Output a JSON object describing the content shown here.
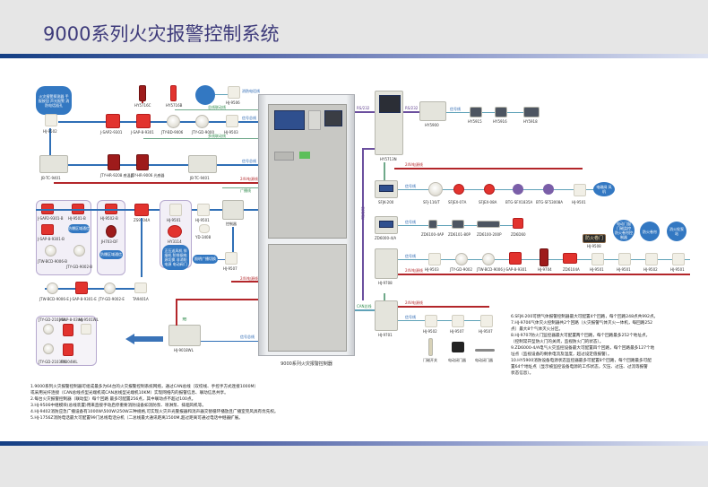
{
  "header": {
    "title": "9000系列火灾报警控制系统"
  },
  "colors": {
    "title": "#3d3a7a",
    "signal_line": "#2f6fb6",
    "power_line": "#b3262a",
    "bus_line": "#6b4f9e",
    "bubble": "#3378c2"
  },
  "wire_labels": {
    "signal": "信号总线",
    "power_24v": "24V电源线",
    "broadcast": "广播线",
    "rs232": "RS/232",
    "can": "CAN总线",
    "fire_phone": "消防电话线",
    "linkage": "总线联动线",
    "multi_linkage": "多线联动线",
    "signal2": "信号线"
  },
  "left": {
    "bubble_top": "火灾报警探测器 手报按钮 声光报警 消防电话插孔",
    "row1": [
      "HJ-9502",
      "J-SAP2-9301",
      "J-SAP-8-9301",
      "JTY-BD-9006",
      "JTY-GD-9000",
      "HJ-9503"
    ],
    "row1_top": [
      "HY5716C",
      "HY5716B",
      "HJ-9506"
    ],
    "row2": [
      "JB-TC-9401",
      "JTY-HR-9208 感温器",
      "JTY-HR-9006 光感器",
      "JB-TC-9401"
    ],
    "group1": [
      "J-SAP2-9301-B",
      "HJ-9501-B",
      "J-SAP-8-9301-B",
      "JTW-BCD-9006-B",
      "JTY-GD-9002-B"
    ],
    "group1_bubble": "防爆区域通信",
    "group2": [
      "HJ-9502-B",
      "JH703-DF"
    ],
    "group2_bubble": "防爆区域通信",
    "middle": [
      "ZS9504A",
      "HJ-9501",
      "HY3114",
      "HJ-9501",
      "YD-3408",
      "控制器"
    ],
    "bubble_mid": "正压送风机 排烟机 防排烟电源切换 非消防电源 电动阀门",
    "pill_mid": "照明广播切换",
    "hj9507": "HJ-9507",
    "row4": [
      "JTW-BCD-9006-E",
      "J-SAP-8-9301-E",
      "JTY-GD-9002-E",
      "TA9401A"
    ],
    "wireless_box": [
      "JTY-GD-2103WL",
      "J-SAP-8-03WL",
      "HJ-9501WL",
      "JTY-GD-2103WL",
      "FY004WL"
    ],
    "wireless_ctrl": "HJ-9018WL"
  },
  "center": {
    "cabinet_caption": "9000系列火灾报警控制器"
  },
  "right": {
    "pc": "HY5713N",
    "gas_panel": "HY5900",
    "gas_row": [
      "HY5915",
      "HY5916",
      "HY5918"
    ],
    "sfjk": "SFJK-200",
    "sfjk_row": [
      "SFJ-116/T",
      "SFJEX-07A",
      "SFJEX-08A",
      "BTG-SFX1835A",
      "BTG-SF53008A",
      "HJ-9501"
    ],
    "sfjk_bubble": "电磁阀 风机",
    "zd": "ZD6000-4/A",
    "zd_row": [
      "ZD6100-4AP",
      "ZD6101-80P",
      "ZD6100-200P",
      "ZD6D60"
    ],
    "hj9708": "HJ-9708",
    "hj9708_row": [
      "HJ-9503",
      "JTY-GD-9002",
      "JTW-BCD-9006",
      "J-SAP-8-9301",
      "HJ-9704",
      "ZD6104A",
      "HJ-9501",
      "HJ-9501",
      "HJ-9502",
      "HJ-9501"
    ],
    "door_sign": "防火卷门",
    "door_sign_model": "HJ-9508",
    "bubbles_row": [
      "电动门窗 门磁监控 防火卷帘控制器",
      "防火卷帘",
      "消火栓泵站"
    ],
    "hj9701": "HJ-9701",
    "hj9701_row": [
      "HJ-9502",
      "HJ-9507",
      "HJ-9507"
    ],
    "hj9701_devices": [
      "门磁开关",
      "电动闭门器",
      "电动闭门器"
    ]
  },
  "notes_left": [
    "1.9000系列火灾报警控制器可组成最多为64台的火灾报警控制系统网络，通过CAN总线（双绞线、手控手方式连接1000M）",
    "  或采用光纤连接（CAN总线点型光端机或CAN总线型光端机10KM）实现网络内的报警信息、联动信息共享。",
    "2.每台火灾报警控制器（联动型）每个回路 最多可配置256点，其中联动点不超过100点。",
    "3.HJ-9506中继模块(总线装置)用来直接手动启停重要消防设备如消防泵、喷淋泵、排烟风机等。",
    "4.HJ-9402消防应急广播设备有1000W\\500W\\250W三种规格,可实现火灾声光警报器和消声器交替循环播放且广播室完风具有优先权。",
    "5.HJ-1756Z消防电话最大可配置99门总线电话分机（二总线最大通讯距离1500M,超过距离可通过电话中继器扩展。"
  ],
  "notes_right": [
    "6.SFJK-200可燃气体报警控制器最大可配置4个回路，每个回路248点共992点。",
    "7.HJ-9706气体灭火控制器共2个回路（火灾报警气体灭火一体机，每回路252",
    "  点）最大8个气体灭火分区。",
    "8.HJ-9707防火门监控器最大可配置两个回路，每个回路最多252个地址点，",
    "  （控制常开型防火门的关闭，监视防火门的状态）。",
    "9.ZD6000-4/A电气火灾监控设备最大可配置四个回路，每个回路最多127个地",
    "  址点（监视设备的剩余电流及温度，超过设定值报警）。",
    "10.HY5900消防设备电源状态监控器最多可配置8个回路，每个回路最多可配",
    "  置64个地址点（显示被监控设备电源的工作状态，欠压、过压、过流等报警",
    "  状态信息）。"
  ]
}
